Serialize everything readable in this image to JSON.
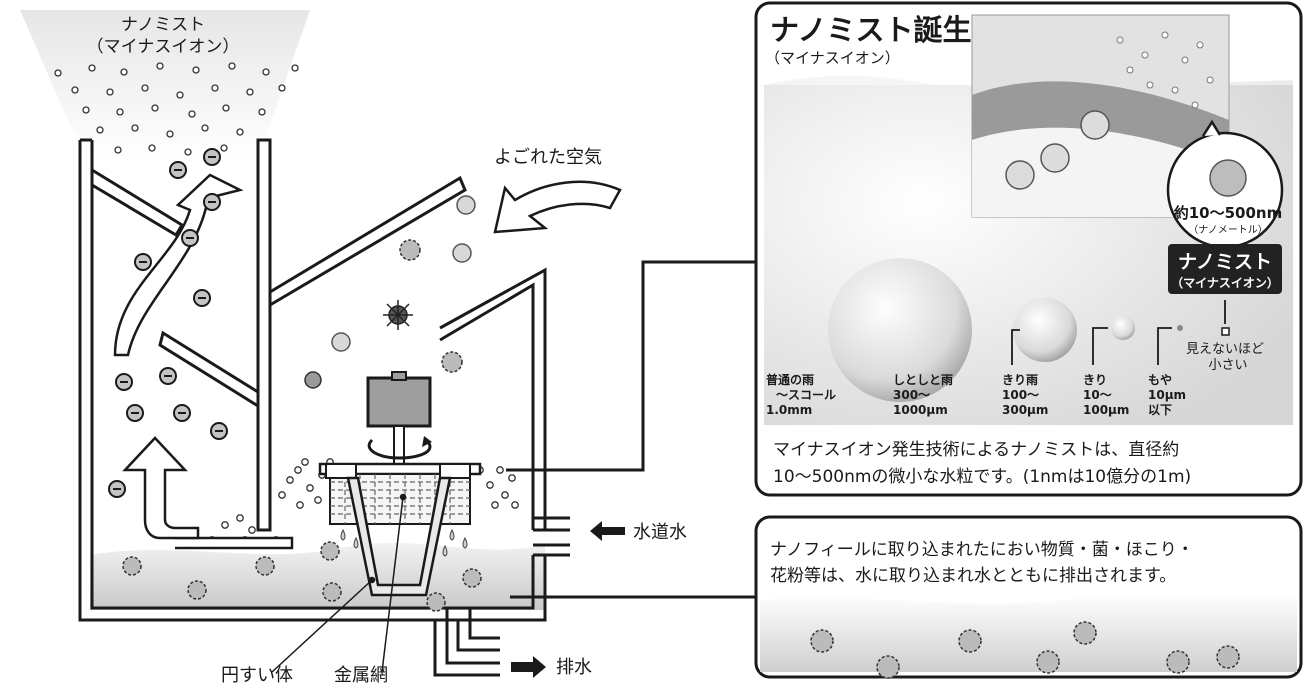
{
  "top_label": {
    "line1": "ナノミスト",
    "line2": "（マイナスイオン）"
  },
  "dirty_air": "よごれた空気",
  "tap_water": "水道水",
  "drain": "排水",
  "cone": "円すい体",
  "mesh": "金属網",
  "panel_birth": {
    "title": "ナノミスト誕生",
    "subtitle": "（マイナスイオン）",
    "bubble_size": "約10〜500nm",
    "bubble_unit": "（ナノメートル）",
    "badge_title": "ナノミスト",
    "badge_sub": "（マイナスイオン）",
    "invisible": [
      "見えないほど",
      "小さい"
    ],
    "drops": [
      {
        "lines": [
          "普通の雨",
          "〜スコール",
          "1.0mm"
        ]
      },
      {
        "lines": [
          "しとしと雨",
          "300〜",
          "1000μm"
        ]
      },
      {
        "lines": [
          "きり雨",
          "100〜",
          "300μm"
        ]
      },
      {
        "lines": [
          "きり",
          "10〜",
          "100μm"
        ]
      },
      {
        "lines": [
          "もや",
          "10μm",
          "以下"
        ]
      }
    ],
    "caption_lines": [
      "マイナスイオン発生技術によるナノミストは、直径約",
      "10〜500nmの微小な水粒です。(1nmは10億分の1m)"
    ]
  },
  "panel_drain": {
    "caption_lines": [
      "ナノフィールに取り込まれたにおい物質・菌・ほこり・",
      "花粉等は、水に取り込まれ水とともに排出されます。"
    ]
  },
  "colors": {
    "ink": "#1a1a1a",
    "water": "#d9d9d9",
    "panel_bg": "#f2f2f2",
    "badge": "#222222"
  }
}
